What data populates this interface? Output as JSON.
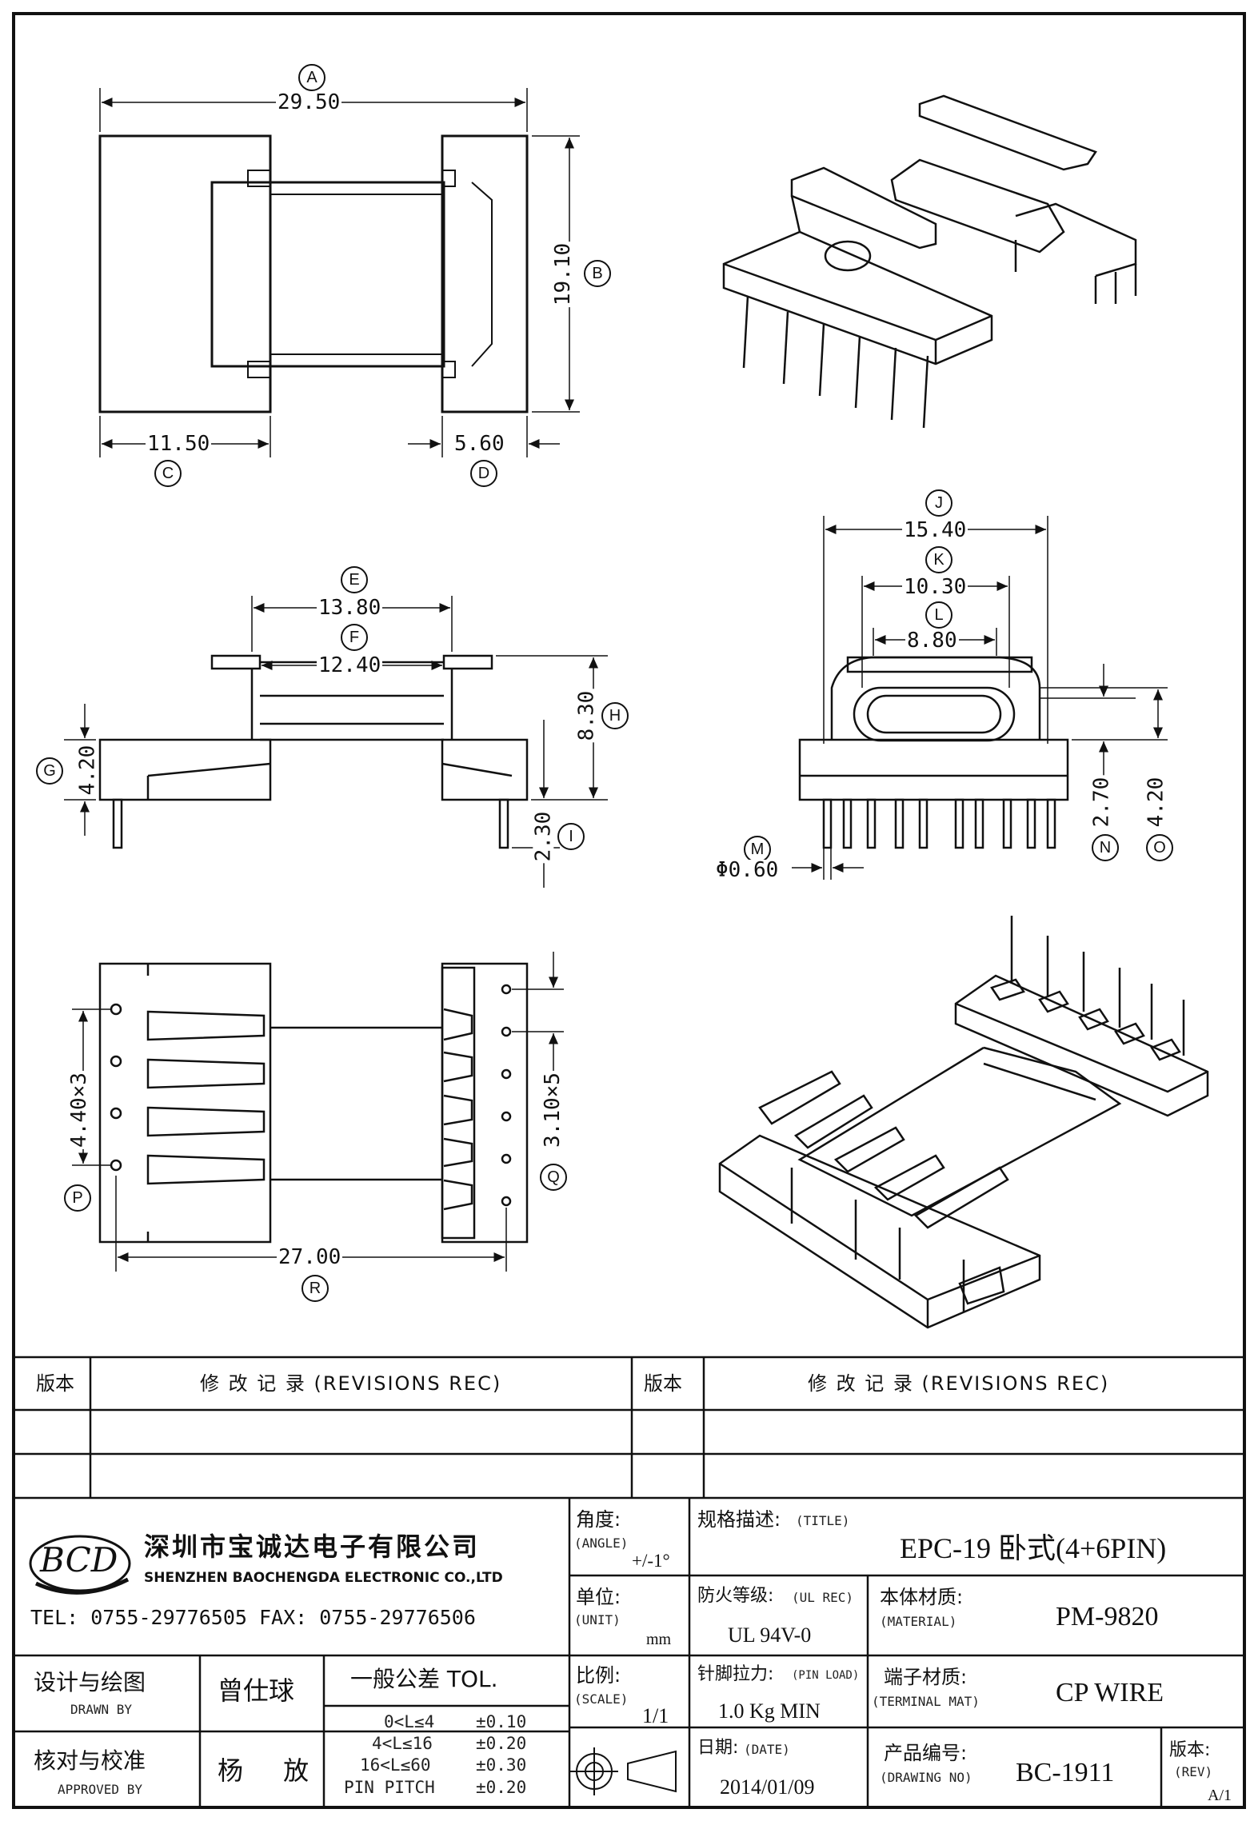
{
  "drawing": {
    "dimensions": {
      "A": {
        "circle": "A",
        "value": "29.50"
      },
      "B": {
        "circle": "B",
        "value": "19.10"
      },
      "C": {
        "circle": "C",
        "value": "11.50"
      },
      "D": {
        "circle": "D",
        "value": "5.60"
      },
      "E": {
        "circle": "E",
        "value": "13.80"
      },
      "F": {
        "circle": "F",
        "value": "12.40"
      },
      "G": {
        "circle": "G",
        "value": "4.20"
      },
      "H": {
        "circle": "H",
        "value": "8.30"
      },
      "I": {
        "circle": "I",
        "value": "2.30"
      },
      "J": {
        "circle": "J",
        "value": "15.40"
      },
      "K": {
        "circle": "K",
        "value": "10.30"
      },
      "L": {
        "circle": "L",
        "value": "8.80"
      },
      "M": {
        "circle": "M",
        "value": "Φ0.60"
      },
      "N": {
        "circle": "N",
        "value": "2.70"
      },
      "O": {
        "circle": "O",
        "value": "4.20"
      },
      "P": {
        "circle": "P",
        "value": "4.40×3"
      },
      "Q": {
        "circle": "Q",
        "value": "3.10×5"
      },
      "R": {
        "circle": "R",
        "value": "27.00"
      }
    }
  },
  "revisions": {
    "left_header_rev": "版本",
    "left_header_title": "修 改 记 录 (REVISIONS REC)",
    "right_header_rev": "版本",
    "right_header_title": "修 改 记 录 (REVISIONS REC)"
  },
  "company": {
    "logo_text": "BCD",
    "name_cn": "深圳市宝诚达电子有限公司",
    "name_en": "SHENZHEN BAOCHENGDA ELECTRONIC CO.,LTD",
    "contact": "TEL: 0755-29776505  FAX: 0755-29776506"
  },
  "title_block": {
    "angle_label": "角度:",
    "angle_label_en": "(ANGLE)",
    "angle_value": "+/-1°",
    "title_label": "规格描述:",
    "title_label_en": "(TITLE)",
    "title_value": "EPC-19 卧式(4+6PIN)",
    "unit_label": "单位:",
    "unit_label_en": "(UNIT)",
    "unit_value": "mm",
    "ul_label": "防火等级:",
    "ul_label_en": "(UL REC)",
    "ul_value": "UL 94V-0",
    "material_label": "本体材质:",
    "material_label_en": "(MATERIAL)",
    "material_value": "PM-9820",
    "designer_label": "设计与绘图",
    "designer_label_en": "DRAWN BY",
    "designer_value": "曾仕球",
    "tolerance_label": "一般公差 TOL.",
    "tolerances": [
      {
        "range": "0<L≤4",
        "value": "±0.10"
      },
      {
        "range": "4<L≤16",
        "value": "±0.20"
      },
      {
        "range": "16<L≤60",
        "value": "±0.30"
      },
      {
        "range": "PIN PITCH",
        "value": "±0.20"
      }
    ],
    "scale_label": "比例:",
    "scale_label_en": "(SCALE)",
    "scale_value": "1/1",
    "pin_load_label": "针脚拉力:",
    "pin_load_label_en": "(PIN LOAD)",
    "pin_load_value": "1.0 Kg MIN",
    "terminal_label": "端子材质:",
    "terminal_label_en": "(TERMINAL MAT)",
    "terminal_value": "CP WIRE",
    "approver_label": "核对与校准",
    "approver_label_en": "APPROVED BY",
    "approver_value": "杨 放",
    "date_label": "日期:",
    "date_label_en": "(DATE)",
    "date_value": "2014/01/09",
    "drawing_no_label": "产品编号:",
    "drawing_no_label_en": "(DRAWING NO)",
    "drawing_no_value": "BC-1911",
    "rev_label": "版本:",
    "rev_label_en": "(REV)",
    "rev_value": "A/1"
  }
}
